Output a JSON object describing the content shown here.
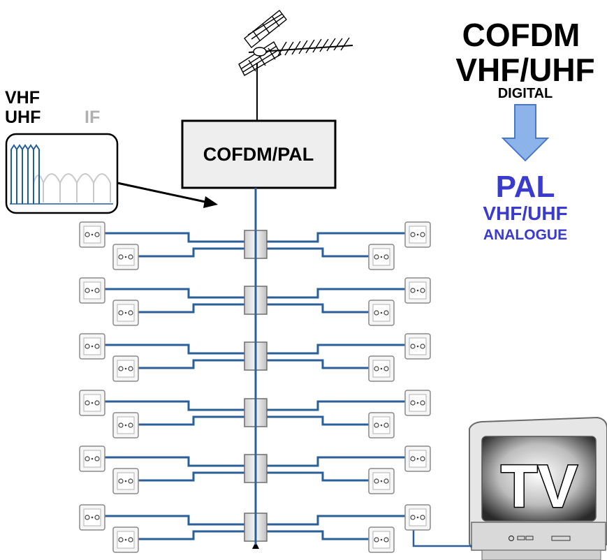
{
  "headend": {
    "label": "COFDM/PAL"
  },
  "input_signal": {
    "line1": "COFDM",
    "line2": "VHF/UHF",
    "line3": "DIGITAL"
  },
  "output_signal": {
    "line1": "PAL",
    "line2": "VHF/UHF",
    "line3": "ANALOGUE"
  },
  "spectrum": {
    "band_label_1": "VHF",
    "band_label_2": "UHF",
    "if_label": "IF"
  },
  "tv": {
    "label": "TV"
  },
  "colors": {
    "cable": "#2a5f9a",
    "accent_text": "#3a3acf",
    "arrow_fill": "#8db4ea",
    "arrow_stroke": "#4a78c8",
    "box_fill": "#eeeeee",
    "muted_text": "#b0b0b0"
  },
  "icons": {
    "antenna": "antenna-icon",
    "socket": "wall-socket-icon",
    "tap": "tap-splitter-icon",
    "tv": "tv-icon"
  }
}
